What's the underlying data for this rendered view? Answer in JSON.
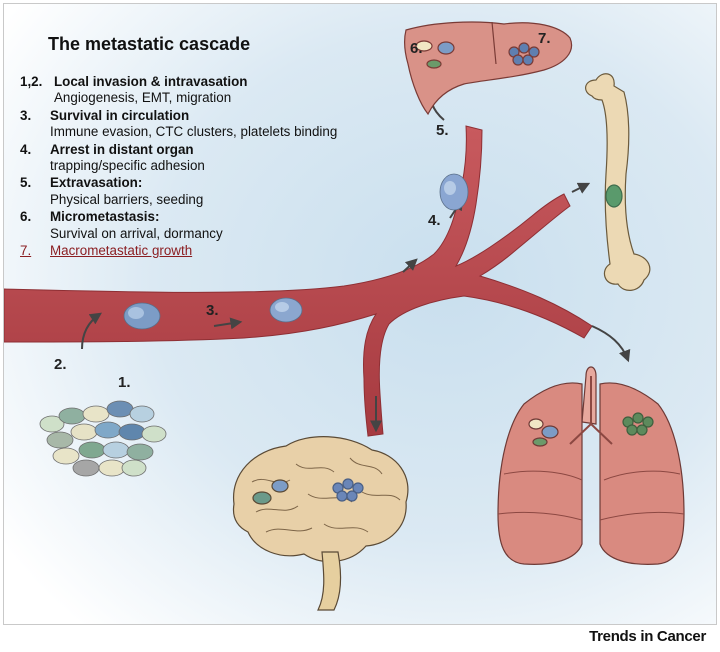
{
  "title": "The metastatic cascade",
  "steps": [
    {
      "num": "1,2.",
      "head": "Local invasion & intravasation",
      "desc": "Angiogenesis, EMT, migration"
    },
    {
      "num": "3.",
      "head": "Survival in circulation",
      "desc": "Immune evasion, CTC clusters, platelets binding"
    },
    {
      "num": "4.",
      "head": "Arrest in distant organ",
      "desc": "trapping/specific adhesion"
    },
    {
      "num": "5.",
      "head": "Extravasation:",
      "desc": "Physical barriers, seeding"
    },
    {
      "num": "6.",
      "head": "Micrometastasis:",
      "desc": "Survival on arrival, dormancy"
    },
    {
      "num": "7.",
      "head": "Macrometastatic growth",
      "desc": ""
    }
  ],
  "diagram_labels": {
    "l1": "1.",
    "l2": "2.",
    "l3": "3.",
    "l4": "4.",
    "l5": "5.",
    "l6": "6.",
    "l7": "7."
  },
  "footer": "Trends in Cancer",
  "colors": {
    "vessel": "#b9454a",
    "background": "#d9e9f3",
    "tissue": "#e9d3ad",
    "organ": "#d88f87"
  }
}
